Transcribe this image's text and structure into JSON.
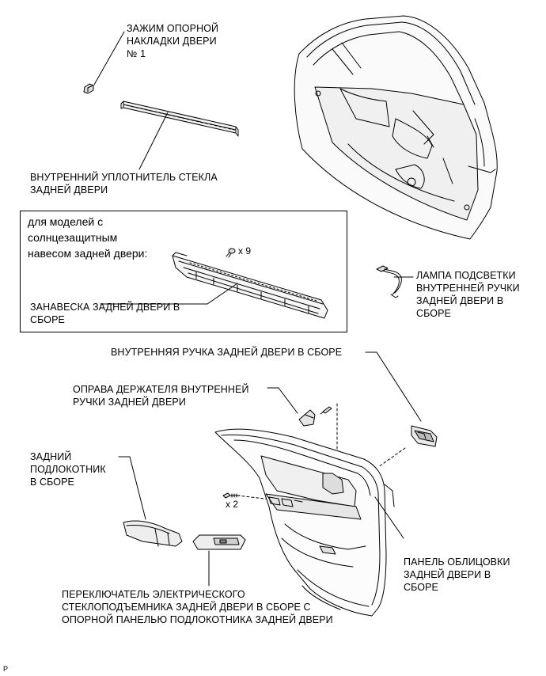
{
  "labels": {
    "clip_no1": "ЗАЖИМ ОПОРНОЙ\nНАКЛАДКИ ДВЕРИ\n№ 1",
    "inner_weatherstrip": "ВНУТРЕННИЙ УПЛОТНИТЕЛЬ СТЕКЛА\nЗАДНЕЙ ДВЕРИ",
    "sunshade_condition": "для моделей с\nсолнцезащитным\nнавесом задней двери:",
    "qty_screw_9": "x 9",
    "sunshade_assy": "ЗАНАВЕСКА ЗАДНЕЙ ДВЕРИ В\nСБОРЕ",
    "handle_lamp": "ЛАМПА ПОДСВЕТКИ\nВНУТРЕННЕЙ РУЧКИ\nЗАДНЕЙ ДВЕРИ В\nСБОРЕ",
    "inner_handle_assy": "ВНУТРЕННЯЯ РУЧКА ЗАДНЕЙ ДВЕРИ В СБОРЕ",
    "handle_bezel": "ОПРАВА ДЕРЖАТЕЛЯ ВНУТРЕННЕЙ\nРУЧКИ ЗАДНЕЙ ДВЕРИ",
    "armrest_assy": "ЗАДНИЙ\nПОДЛОКОТНИК\nВ СБОРЕ",
    "qty_screw_2": "x 2",
    "trim_panel": "ПАНЕЛЬ ОБЛИЦОВКИ\nЗАДНЕЙ ДВЕРИ В\nСБОРЕ",
    "window_switch": "ПЕРЕКЛЮЧАТЕЛЬ ЭЛЕКТРИЧЕСКОГО\nСТЕКЛОПОДЪЕМНИКА ЗАДНЕЙ ДВЕРИ В СБОРЕ С\nОПОРНОЙ ПАНЕЛЬЮ ПОДЛОКОТНИКА ЗАДНЕЙ ДВЕРИ"
  },
  "footer_code": "P"
}
